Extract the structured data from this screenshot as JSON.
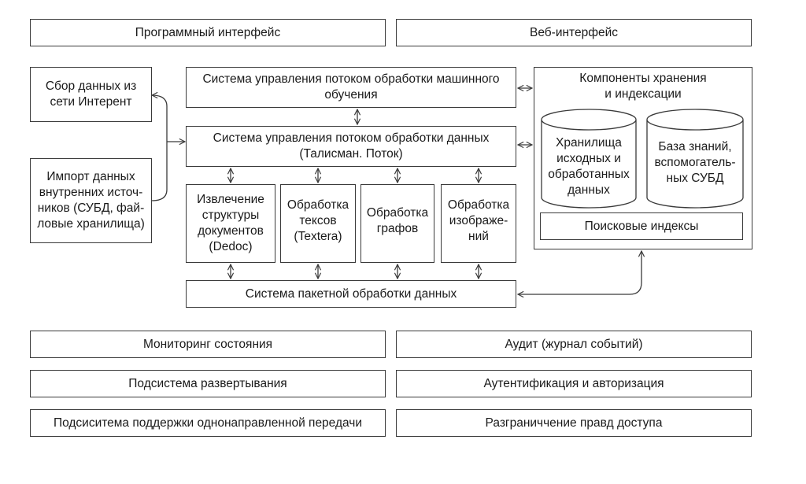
{
  "interfaces": {
    "programmatic": "Программный интерфейс",
    "web": "Веб-интерфейс"
  },
  "sources": {
    "web_collection": "Сбор данных из\nсети Интерент",
    "internal_import": "Импорт данных\nвнутренних источ-\nников (СУБД, фай-\nловые хранилища)"
  },
  "ml_workflow": "Система управления потоком обработки машинного\nобучения",
  "data_workflow": "Система управления потоком обработки данных\n(Талисман. Поток)",
  "modules": {
    "doc_structure": "Извлечение\nструктуры\nдокументов\n(Dedoc)",
    "text_processing": "Обработка\nтексов\n(Textera)",
    "graph_processing": "Обработка\nграфов",
    "image_processing": "Обработка\nизображе-\nний"
  },
  "batch_processing": "Система пакетной обработки данных",
  "storage": {
    "title": "Компоненты хранения\nи индексации",
    "raw_storage": "Хранилища\nисходных и\nобработанных\nданных",
    "knowledge_base": "База знаний,\nвспомогатель-\nных СУБД",
    "search_indexes": "Поисковые индексы"
  },
  "services": {
    "monitoring": "Мониторинг состояния",
    "audit": "Аудит (журнал событий)",
    "deployment": "Подсистема развертывания",
    "auth": "Аутентификация и авторизация",
    "one_way_transfer": "Подсиситема поддержки однонаправленной передачи",
    "access_control": "Разграниччение правд доступа"
  }
}
